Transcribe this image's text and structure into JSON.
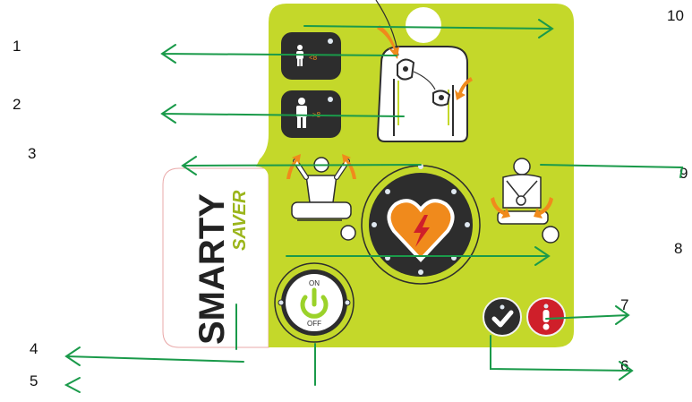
{
  "device": {
    "brand": "SMARTY",
    "model": "SAVER",
    "power_on_label": "ON",
    "power_off_label": "OFF"
  },
  "callouts": [
    {
      "id": "1",
      "label": "1"
    },
    {
      "id": "2",
      "label": "2"
    },
    {
      "id": "3",
      "label": "3"
    },
    {
      "id": "4",
      "label": "4"
    },
    {
      "id": "5",
      "label": "5"
    },
    {
      "id": "6",
      "label": "6"
    },
    {
      "id": "7",
      "label": "7"
    },
    {
      "id": "8",
      "label": "8"
    },
    {
      "id": "9",
      "label": "9"
    },
    {
      "id": "10",
      "label": "10"
    }
  ],
  "indicators": {
    "child_age_label": "<8",
    "adult_age_label": ">8"
  },
  "colors": {
    "panel": "#c4d82a",
    "arrow": "#1a9a4a",
    "dark": "#2d2d2d",
    "orange": "#f08a1c",
    "error_red": "#cf1f2a"
  }
}
